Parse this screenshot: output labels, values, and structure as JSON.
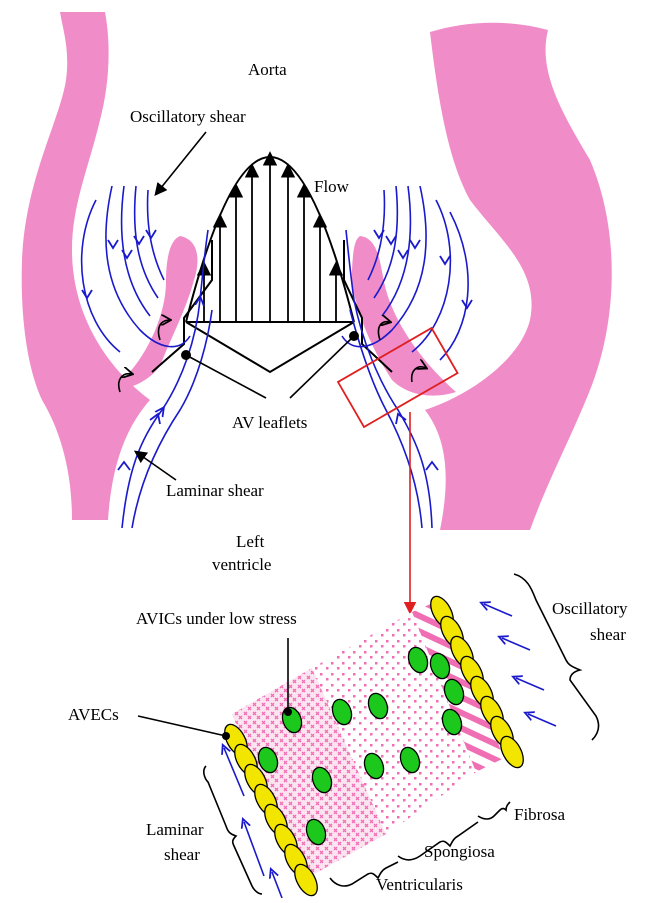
{
  "labels": {
    "aorta": "Aorta",
    "oscillatory_shear_top": "Oscillatory shear",
    "flow": "Flow",
    "av_leaflets": "AV leaflets",
    "laminar_shear_top": "Laminar shear",
    "left_ventricle_line1": "Left",
    "left_ventricle_line2": "ventricle",
    "avics": "AVICs under low stress",
    "avecs": "AVECs",
    "oscillatory_shear_bottom_line1": "Oscillatory",
    "oscillatory_shear_bottom_line2": "shear",
    "laminar_shear_bottom_line1": "Laminar",
    "laminar_shear_bottom_line2": "shear",
    "fibrosa": "Fibrosa",
    "spongiosa": "Spongiosa",
    "ventricularis": "Ventricularis"
  },
  "colors": {
    "wall": "#F08CC8",
    "flow_lines": "#1A1ACC",
    "callout": "#E02020",
    "endothelial_cell": "#F2E600",
    "interstitial_cell": "#1CC81C",
    "tissue_pattern": "#F06EB4"
  }
}
